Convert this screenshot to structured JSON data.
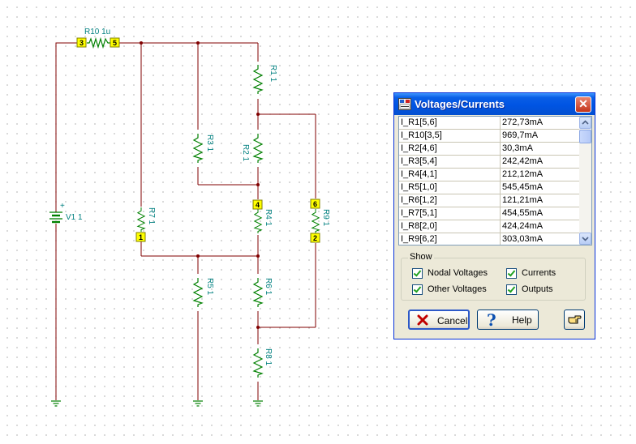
{
  "schematic": {
    "wire_color": "#800000",
    "label_color": "#008080",
    "node_color": "#ffff00",
    "resistors": {
      "r10": "R10 1u",
      "r1": "R1 1",
      "r3": "R3 1",
      "r2": "R2 1",
      "r7": "R7 1",
      "r4": "R4 1",
      "r9": "R9 1",
      "r5": "R5 1",
      "r6": "R6 1",
      "r8": "R8 1"
    },
    "battery": {
      "label": "V1 1",
      "plus": "+"
    },
    "nodes": {
      "n3": "3",
      "n5": "5",
      "n1": "1",
      "n4": "4",
      "n6": "6",
      "n2": "2"
    }
  },
  "dialog": {
    "title": "Voltages/Currents",
    "close_label": "✕",
    "rows": [
      {
        "name": "I_R1[5,6]",
        "value": "272,73mA"
      },
      {
        "name": "I_R10[3,5]",
        "value": "969,7mA"
      },
      {
        "name": "I_R2[4,6]",
        "value": "30,3mA"
      },
      {
        "name": "I_R3[5,4]",
        "value": "242,42mA"
      },
      {
        "name": "I_R4[4,1]",
        "value": "212,12mA"
      },
      {
        "name": "I_R5[1,0]",
        "value": "545,45mA"
      },
      {
        "name": "I_R6[1,2]",
        "value": "121,21mA"
      },
      {
        "name": "I_R7[5,1]",
        "value": "454,55mA"
      },
      {
        "name": "I_R8[2,0]",
        "value": "424,24mA"
      },
      {
        "name": "I_R9[6,2]",
        "value": "303,03mA"
      }
    ],
    "show": {
      "label": "Show",
      "nodal_voltages": "Nodal Voltages",
      "currents": "Currents",
      "other_voltages": "Other Voltages",
      "outputs": "Outputs"
    },
    "buttons": {
      "cancel": "Cancel",
      "help": "Help"
    }
  }
}
